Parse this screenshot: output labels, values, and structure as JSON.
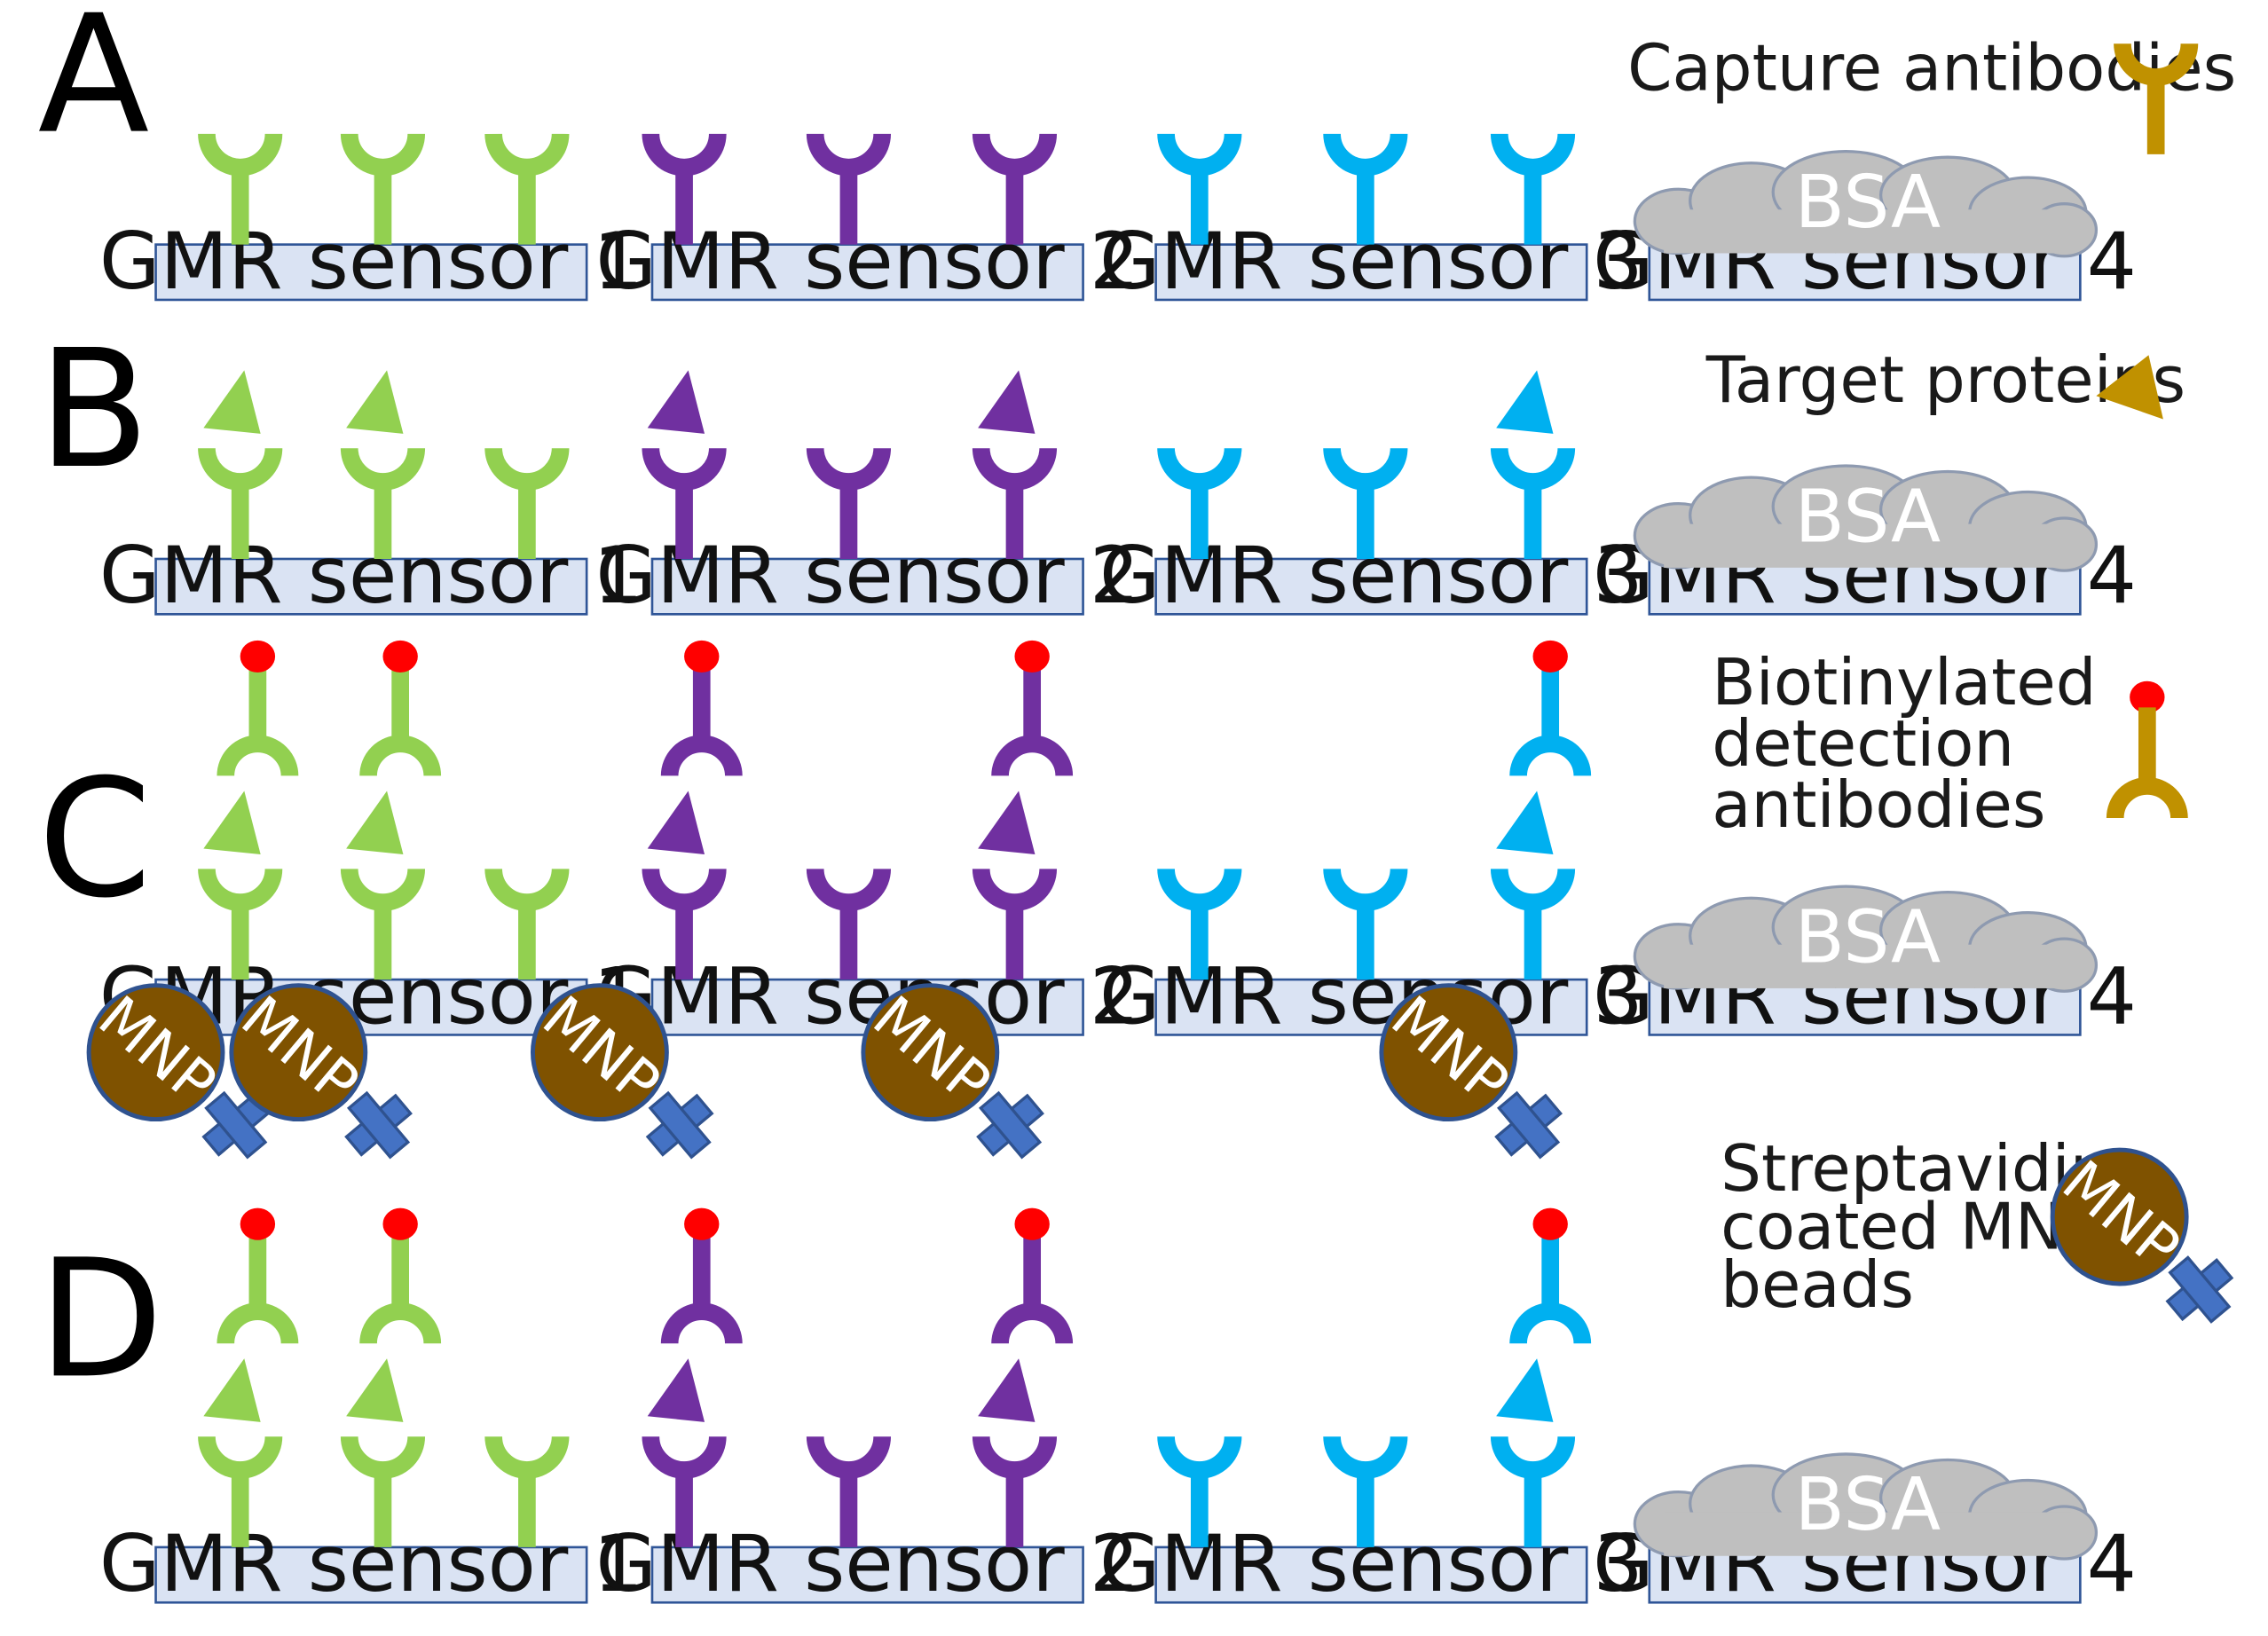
{
  "panels": [
    "A",
    "B",
    "C",
    "D"
  ],
  "sensors": [
    "GMR sensor 1",
    "GMR sensor 2",
    "GMR sensor 3",
    "GMR sensor 4"
  ],
  "bsa_label": "BSA",
  "mnp_label": "MNP",
  "legend": {
    "capture": "Capture antibodies",
    "target": "Target proteins",
    "detection": [
      "Biotinylated",
      "detection",
      "antibodies"
    ],
    "mnp": [
      "Streptavidin-",
      "coated MNP",
      "beads"
    ]
  },
  "colors": {
    "sensor1": "#92d050",
    "sensor2": "#7030a0",
    "sensor3": "#00b0f0",
    "legend": "#c09100",
    "biotin": "#ff0000",
    "mnp_bead": "#7f5200",
    "streptavidin": "#4472c4",
    "bsa": "#bfbfbf",
    "sensor_fill": "#dae3f3",
    "sensor_border": "#2f5597"
  }
}
